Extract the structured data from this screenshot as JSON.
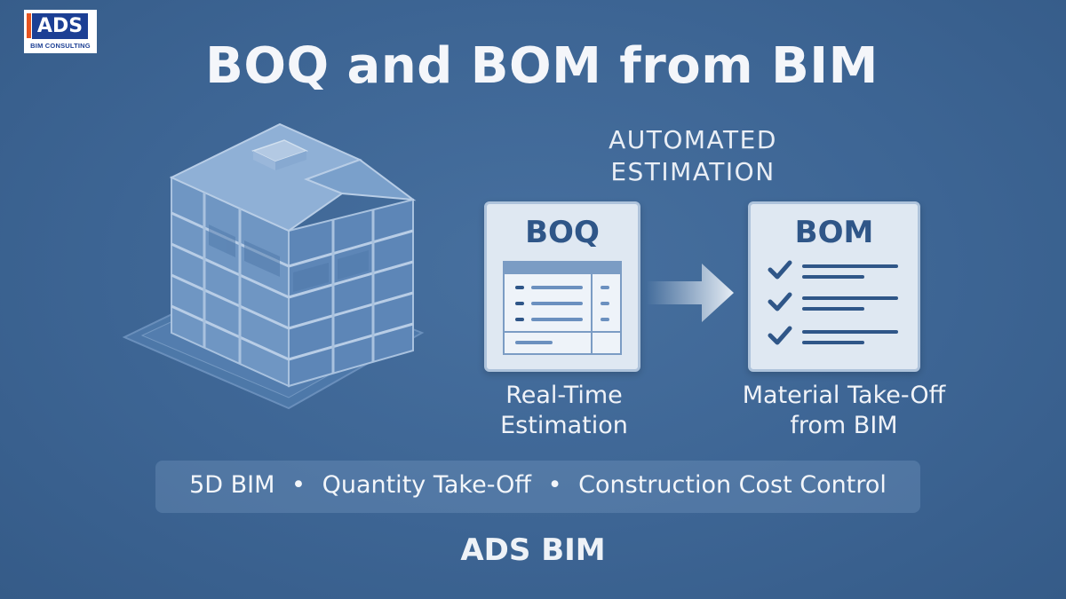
{
  "logo": {
    "text": "ADS",
    "subtext": "BIM CONSULTING"
  },
  "title": "BOQ and BOM from BIM",
  "subheading": {
    "line1": "AUTOMATED",
    "line2": "ESTIMATION"
  },
  "boq_card": {
    "title": "BOQ",
    "caption_line1": "Real-Time",
    "caption_line2": "Estimation"
  },
  "bom_card": {
    "title": "BOM",
    "caption_line1": "Material Take-Off",
    "caption_line2": "from BIM"
  },
  "tags": [
    "5D BIM",
    "Quantity Take-Off",
    "Construction Cost Control"
  ],
  "footer": "ADS BIM",
  "colors": {
    "background": "#3d6594",
    "card": "#dfe8f2",
    "accent": "#2f5688",
    "logo_orange": "#e8531f",
    "logo_blue": "#1c3f94"
  }
}
